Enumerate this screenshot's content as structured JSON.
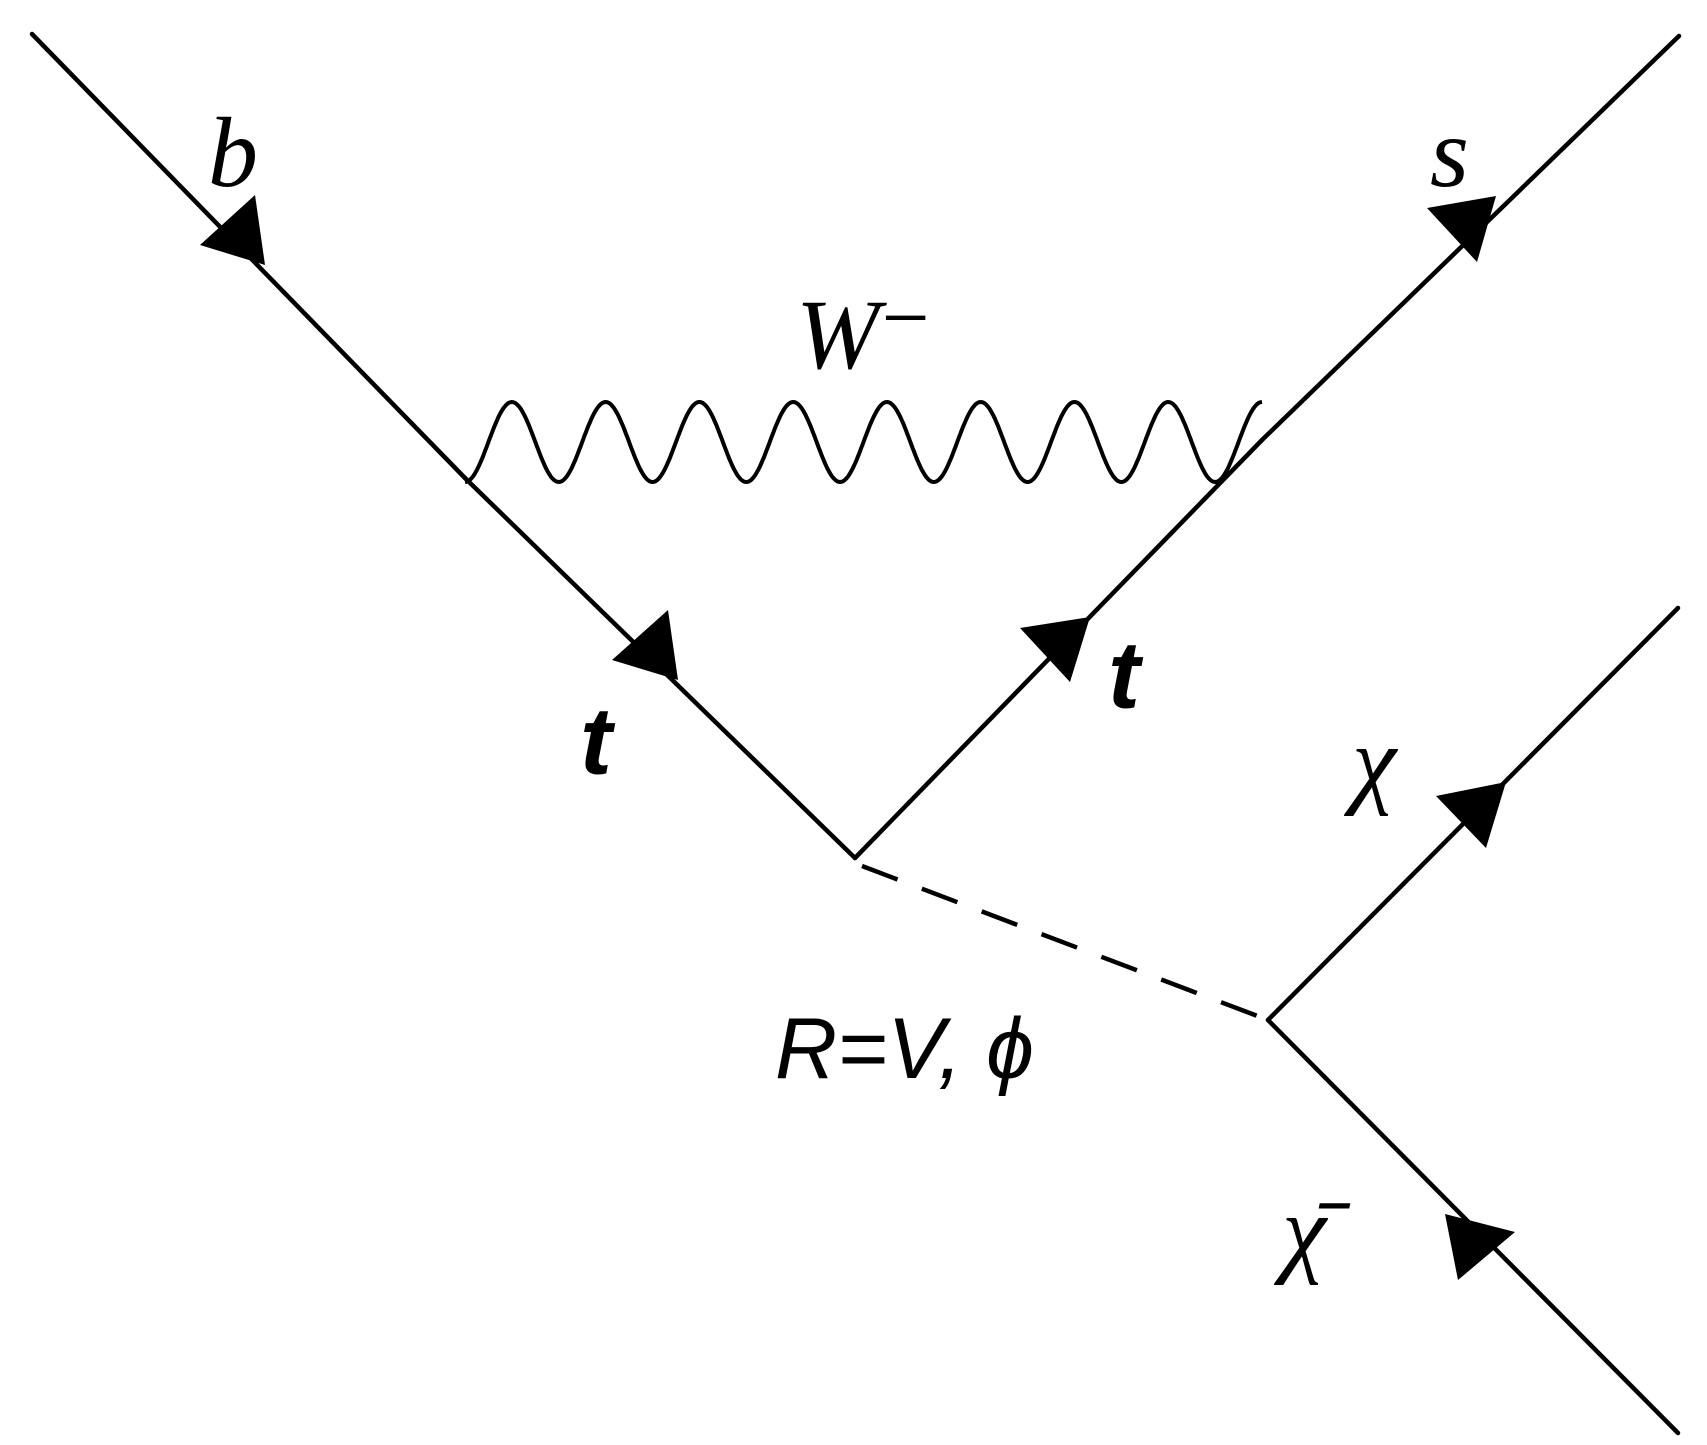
{
  "diagram": {
    "labels": {
      "b": "b",
      "w": "W⁻",
      "s": "s",
      "t_left": "t",
      "t_right": "t",
      "chi": "χ",
      "chibar": "χ̄",
      "mediator": "R=V, ϕ"
    }
  }
}
